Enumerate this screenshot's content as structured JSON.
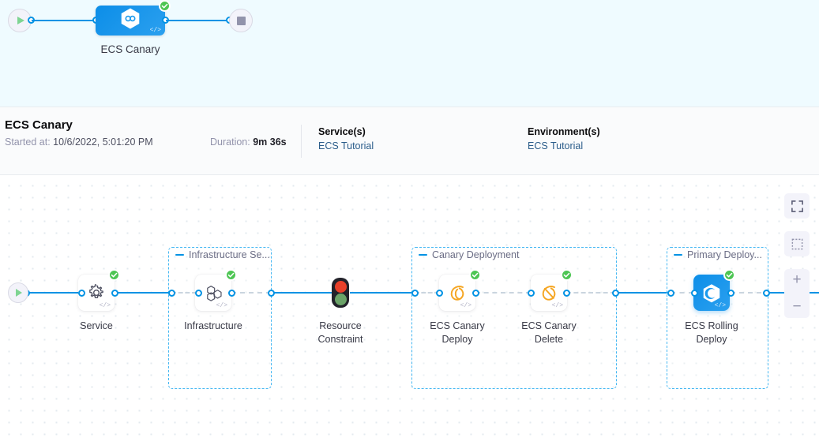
{
  "top_pipeline": {
    "start_icon": "play-icon",
    "stop_icon": "stop-icon",
    "node_label": "ECS Canary",
    "node_icon": "harness-hexagon-infinity-icon",
    "node_status": "success",
    "code_mark": "</>"
  },
  "detail_header": {
    "title": "ECS Canary",
    "started_label": "Started at:",
    "started_value": "10/6/2022, 5:01:20 PM",
    "duration_label": "Duration:",
    "duration_value": "9m 36s",
    "services": {
      "heading": "Service(s)",
      "value": "ECS Tutorial"
    },
    "environments": {
      "heading": "Environment(s)",
      "value": "ECS Tutorial"
    }
  },
  "canvas": {
    "start_icon": "play-icon",
    "code_mark": "</>",
    "groups": [
      {
        "id": "infra",
        "label": "Infrastructure Se..."
      },
      {
        "id": "canary",
        "label": "Canary Deployment"
      },
      {
        "id": "primary",
        "label": "Primary Deploy..."
      }
    ],
    "steps": [
      {
        "id": "service",
        "label": "Service",
        "icon": "gear-icon",
        "status": "success",
        "selected": false
      },
      {
        "id": "infrastructure",
        "label": "Infrastructure",
        "icon": "hexagon-cluster-icon",
        "status": "success",
        "selected": false
      },
      {
        "id": "resource-constraint",
        "label": "Resource\nConstraint",
        "label_line1": "Resource",
        "label_line2": "Constraint",
        "icon": "traffic-light-icon",
        "status": "none",
        "selected": false
      },
      {
        "id": "ecs-canary-deploy",
        "label_line1": "ECS Canary",
        "label_line2": "Deploy",
        "icon": "canary-bird-icon",
        "status": "success",
        "selected": false
      },
      {
        "id": "ecs-canary-delete",
        "label_line1": "ECS Canary",
        "label_line2": "Delete",
        "icon": "canary-bird-delete-icon",
        "status": "success",
        "selected": false
      },
      {
        "id": "ecs-rolling-deploy",
        "label_line1": "ECS Rolling",
        "label_line2": "Deploy",
        "icon": "ecs-cloud-icon",
        "status": "success",
        "selected": true
      }
    ]
  },
  "controls": {
    "fit_icon": "fit-to-screen-icon",
    "select_icon": "marquee-select-icon",
    "zoom_in": "+",
    "zoom_out": "−"
  },
  "colors": {
    "accent": "#0092e4",
    "success": "#4dc553",
    "group_border": "#46b8f3",
    "canary_icon": "#f5a623",
    "top_strip_bg": "#effbff"
  }
}
